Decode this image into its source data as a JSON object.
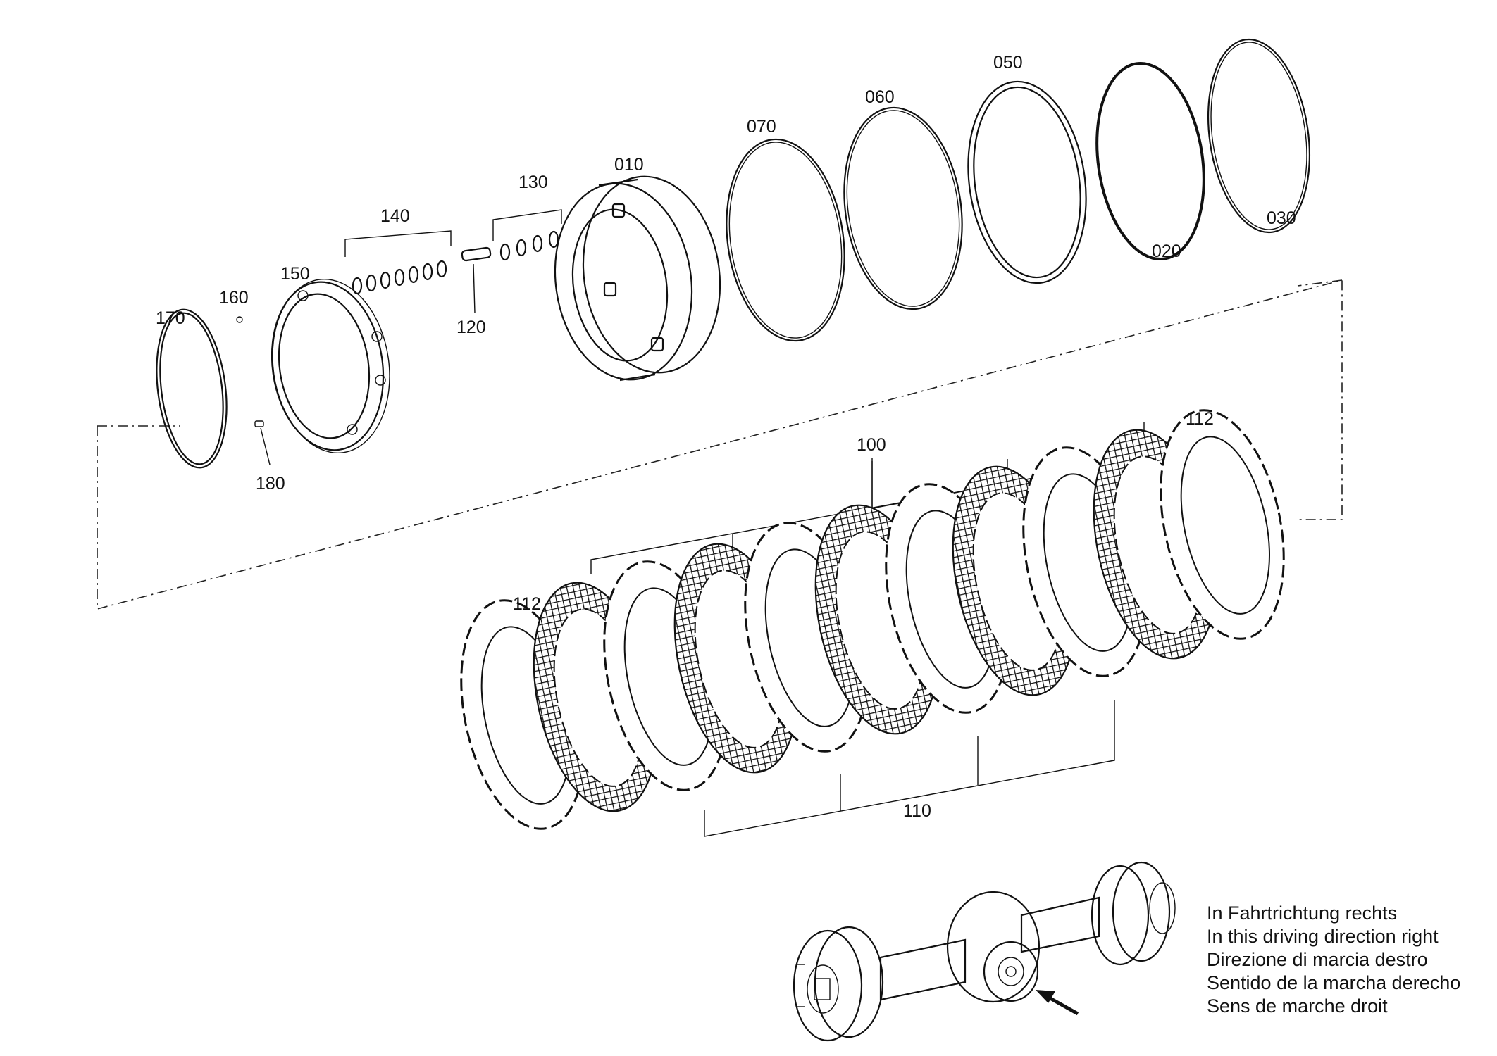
{
  "part_labels": {
    "p010": "010",
    "p020": "020",
    "p030": "030",
    "p050": "050",
    "p060": "060",
    "p070": "070",
    "p100": "100",
    "p110": "110",
    "p112_top": "112",
    "p112_left": "112",
    "p120": "120",
    "p130": "130",
    "p140": "140",
    "p150": "150",
    "p160": "160",
    "p170": "170",
    "p180": "180"
  },
  "legend": [
    "In Fahrtrichtung rechts",
    "In this driving direction right",
    "Direzione di marcia destro",
    "Sentido de la marcha derecho",
    "Sens de marche droit"
  ]
}
